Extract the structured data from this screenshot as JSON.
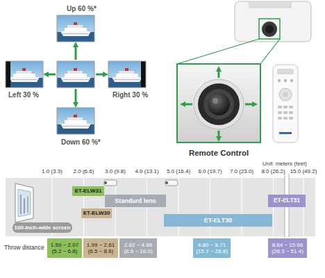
{
  "diagram": {
    "nodes": [
      {
        "text": [
          "ET-ELW31"
        ]
      },
      {
        "text": [
          "Standard lens"
        ]
      },
      {
        "text": [
          "ET-ELT31"
        ]
      },
      {
        "text": [
          "ET-ELW30"
        ]
      },
      {
        "text": [
          "ET-ELT30"
        ]
      },
      {
        "text": [
          "100-inch-wide screen"
        ]
      },
      {
        "text": [
          "1.59 ~ 2.07 (5.2 ~ 6.8)"
        ]
      },
      {
        "text": [
          "1.99 ~ 2.61 (6.5 ~ 8.6)"
        ]
      },
      {
        "text": [
          "2.62 ~ 4.88 (8.6 ~ 16.0)"
        ]
      },
      {
        "text": [
          "4.80 ~ 8.71 (15.7 ~ 28.6)"
        ]
      },
      {
        "text": [
          "8.64 ~ 15.66 (28.3 ~ 51.4)"
        ]
      }
    ],
    "labels": [
      "Up 60 %*",
      "Left 30 %",
      "Right 30 %",
      "Down 60 %*",
      "Remote Control",
      "Unit: meters (feet)",
      "1.0 (3.3)",
      "2.0 (6.6)",
      "3.0 (9.8)",
      "4.0 (13.1)",
      "5.0 (16.4)",
      "6.0 (19.7)",
      "7.0 (23.0)",
      "8.0 (26.2)",
      "15.0 (49.2)",
      "Throw distance"
    ]
  }
}
